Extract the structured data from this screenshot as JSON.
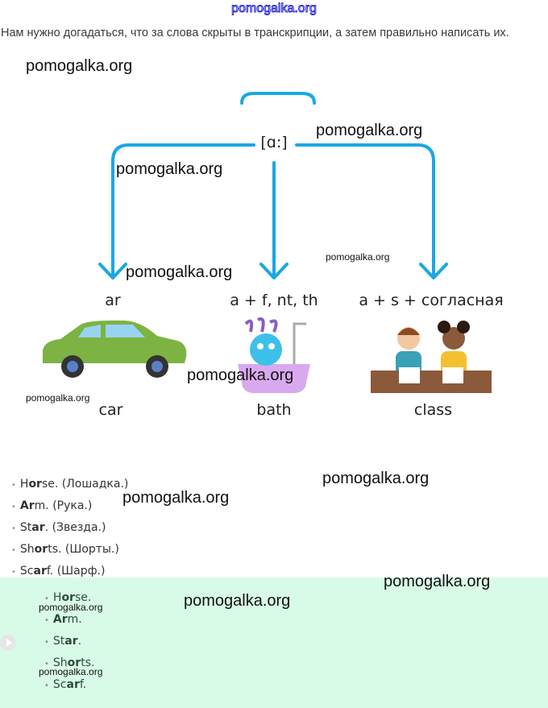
{
  "header_watermark": "pomogalka.org",
  "intro": "Нам нужно догадаться, что за слова скрыты в транскрипции, а затем правильно написать их.",
  "diagram": {
    "sound": "[ɑ:]",
    "branches": [
      {
        "rule": "ar",
        "word": "car"
      },
      {
        "rule": "a + f, nt, th",
        "word": "bath"
      },
      {
        "rule": "a + s + согласная",
        "word": "class"
      }
    ],
    "arrow_color": "#1aa7e4"
  },
  "answers": [
    {
      "pre": "H",
      "bold": "or",
      "post": "se.",
      "translation": "(Лошадка.)"
    },
    {
      "pre": "",
      "bold": "Ar",
      "post": "m.",
      "translation": "(Рука.)"
    },
    {
      "pre": "St",
      "bold": "ar",
      "post": ".",
      "translation": "(Звезда.)"
    },
    {
      "pre": "Sh",
      "bold": "or",
      "post": "ts.",
      "translation": "(Шорты.)"
    },
    {
      "pre": "Sc",
      "bold": "ar",
      "post": "f.",
      "translation": "(Шарф.)"
    }
  ],
  "green_list": [
    {
      "pre": "H",
      "bold": "or",
      "post": "se."
    },
    {
      "pre": "",
      "bold": "Ar",
      "post": "m."
    },
    {
      "pre": "St",
      "bold": "ar",
      "post": "."
    },
    {
      "pre": "Sh",
      "bold": "or",
      "post": "ts."
    },
    {
      "pre": "Sc",
      "bold": "ar",
      "post": "f."
    }
  ],
  "watermark": "pomogalka.org"
}
